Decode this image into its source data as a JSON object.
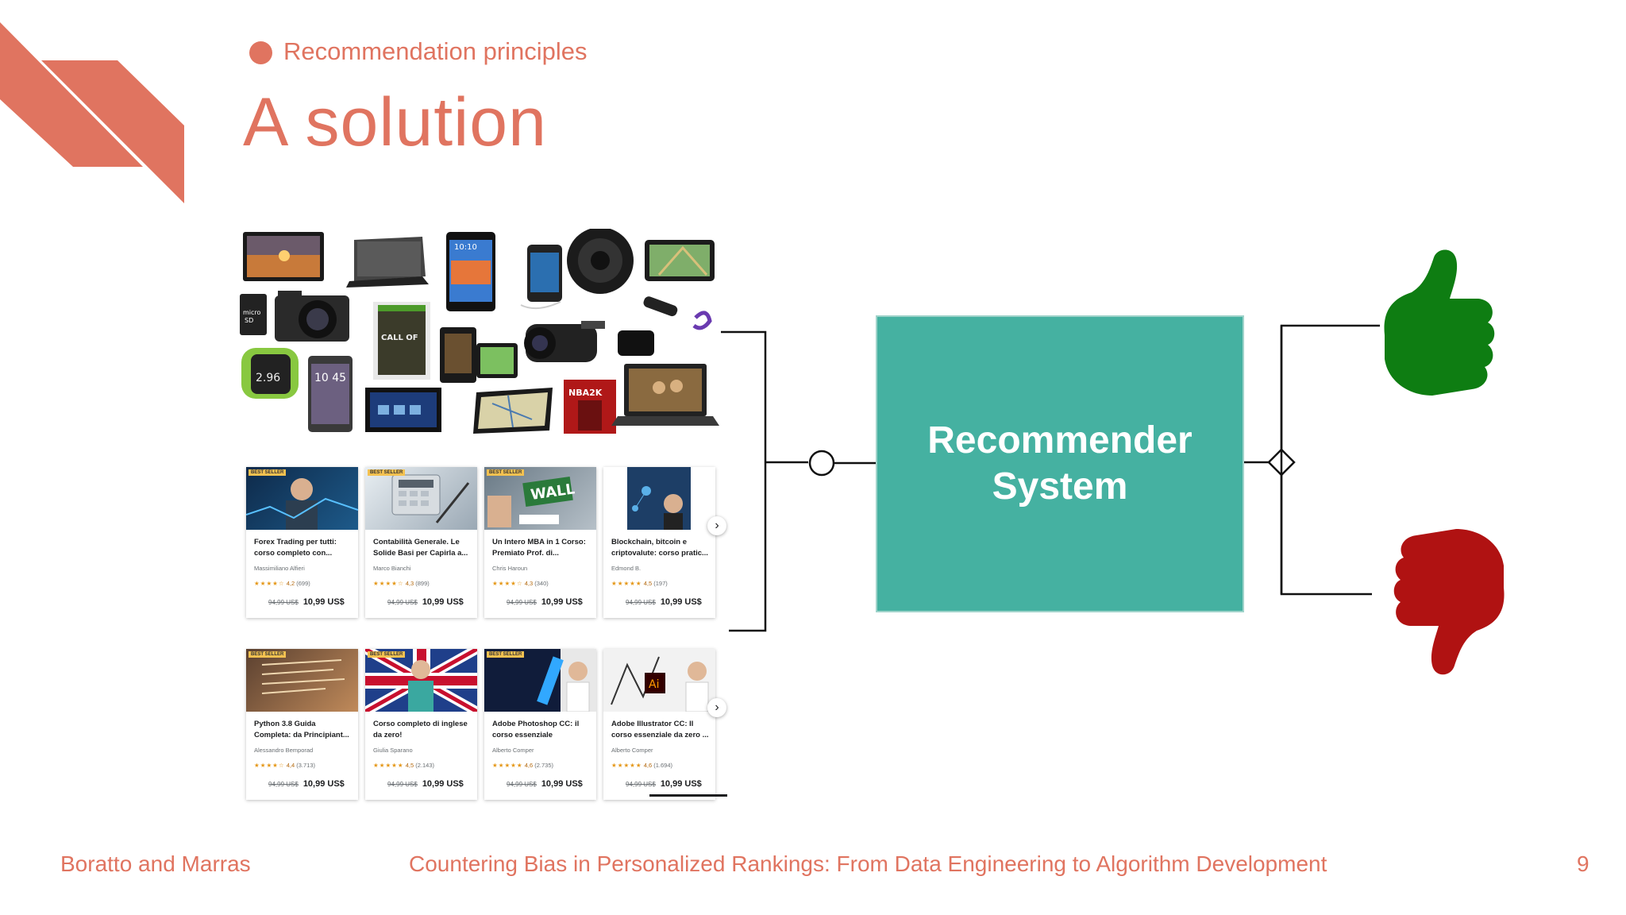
{
  "header": {
    "section_label": "Recommendation principles",
    "title": "A solution"
  },
  "diagram": {
    "recommender_label": "Recommender\nSystem"
  },
  "course_rows": [
    [
      {
        "badge": "BEST SELLER",
        "title": "Forex Trading per tutti: corso completo con...",
        "author": "Massimiliano Alfieri",
        "stars": "★★★★☆",
        "rating": "4,2",
        "count": "(699)",
        "old_price": "94,99 US$",
        "price": "10,99 US$"
      },
      {
        "badge": "BEST SELLER",
        "title": "Contabilità Generale. Le Solide Basi per Capirla a...",
        "author": "Marco Bianchi",
        "stars": "★★★★☆",
        "rating": "4,3",
        "count": "(899)",
        "old_price": "94,99 US$",
        "price": "10,99 US$"
      },
      {
        "badge": "BEST SELLER",
        "title": "Un Intero MBA in 1 Corso: Premiato Prof. di...",
        "author": "Chris Haroun",
        "stars": "★★★★☆",
        "rating": "4,3",
        "count": "(340)",
        "old_price": "94,99 US$",
        "price": "10,99 US$"
      },
      {
        "badge": "",
        "title": "Blockchain, bitcoin e criptovalute: corso pratic...",
        "author": "Edmond B.",
        "stars": "★★★★★",
        "rating": "4,5",
        "count": "(197)",
        "old_price": "94,99 US$",
        "price": "10,99 US$"
      }
    ],
    [
      {
        "badge": "BEST SELLER",
        "title": "Python 3.8 Guida Completa: da Principiant...",
        "author": "Alessandro Bemporad",
        "stars": "★★★★☆",
        "rating": "4,4",
        "count": "(3.713)",
        "old_price": "94,99 US$",
        "price": "10,99 US$"
      },
      {
        "badge": "BEST SELLER",
        "title": "Corso completo di inglese da zero!",
        "author": "Giulia Sparano",
        "stars": "★★★★★",
        "rating": "4,5",
        "count": "(2.143)",
        "old_price": "94,99 US$",
        "price": "10,99 US$"
      },
      {
        "badge": "BEST SELLER",
        "title": "Adobe Photoshop CC: il corso essenziale",
        "author": "Alberto Comper",
        "stars": "★★★★★",
        "rating": "4,6",
        "count": "(2.735)",
        "old_price": "94,99 US$",
        "price": "10,99 US$"
      },
      {
        "badge": "",
        "title": "Adobe Illustrator CC: Il corso essenziale da zero ...",
        "author": "Alberto Comper",
        "stars": "★★★★★",
        "rating": "4,6",
        "count": "(1.694)",
        "old_price": "94,99 US$",
        "price": "10,99 US$"
      }
    ]
  ],
  "next_arrow": "›",
  "footer": {
    "authors": "Boratto and Marras",
    "course_title": "Countering Bias in Personalized Rankings: From Data Engineering to Algorithm Development",
    "page_number": "9"
  },
  "colors": {
    "accent": "#e07460",
    "box": "#45b1a1",
    "thumbs_up": "#0e7d12",
    "thumbs_down": "#b01212"
  },
  "icons": [
    "thumbs-up-icon",
    "thumbs-down-icon"
  ]
}
